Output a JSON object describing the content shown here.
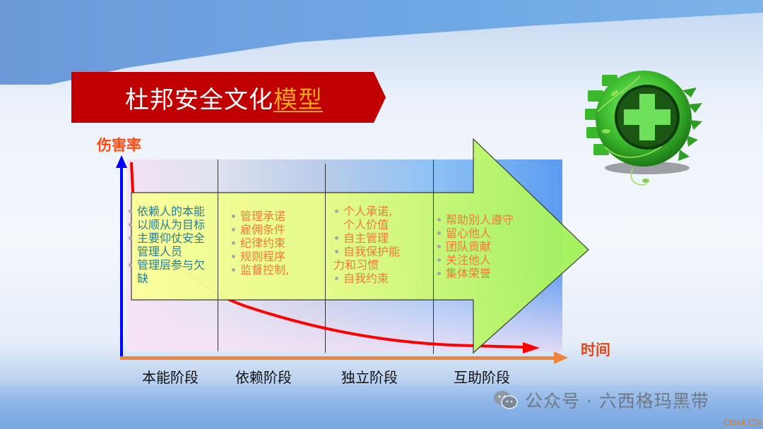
{
  "slide": {
    "title_main": "杜邦安全文化",
    "title_highlight": "模型",
    "colors": {
      "banner": "#c00000",
      "highlight": "#f7a21b",
      "axis_y": "#0000ff",
      "axis_x": "#f0843a",
      "curve": "#ff0000",
      "arrow_fill": "#c8f57a",
      "stage1_text": "#2a7d8e",
      "stage_text": "#f07a3a"
    }
  },
  "axes": {
    "y_label": "伤害率",
    "x_label": "时间"
  },
  "stages": [
    {
      "name": "本能阶段",
      "items": [
        "依赖人的本能",
        "以顺从为目标",
        "主要仰仗安全管理人员",
        "管理层参与欠缺"
      ]
    },
    {
      "name": "依赖阶段",
      "items": [
        "管理承诺",
        "雇佣条件",
        "纪律约束",
        "规则程序",
        "监督控制,"
      ]
    },
    {
      "name": "独立阶段",
      "items": [
        "个人承诺,个人价值",
        "自主管理",
        "自我保护能力和习惯",
        "自我约束"
      ]
    },
    {
      "name": "互助阶段",
      "items": [
        "帮助别人遵守",
        "留心他人",
        "团队贡献",
        "关注他人",
        "集体荣誉"
      ]
    }
  ],
  "display_lines": {
    "s1": [
      "依赖人的本能",
      "以顺从为目标",
      "主要仰仗安全",
      "管理人员",
      "管理层参与欠",
      "缺"
    ],
    "s3": [
      "个人承诺,",
      "个人价值",
      "自主管理",
      "自我保护能",
      "力和习惯",
      "自我约束"
    ]
  },
  "watermark": {
    "text": "公众号 · 六西格玛黑带",
    "icon": "wechat-icon"
  },
  "corner_mark": "Ctrol.CN",
  "logo": {
    "icon": "safety-cross-gear-logo"
  }
}
